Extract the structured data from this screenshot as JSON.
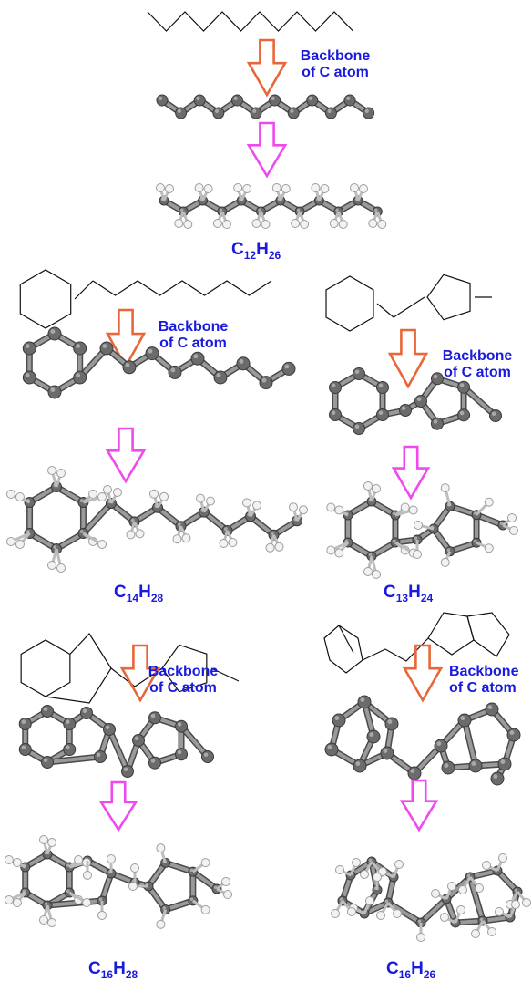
{
  "label_color": "#1a1adf",
  "arrow_colors": {
    "carbon_step": "#e8673a",
    "hydrogen_step": "#ee4aee"
  },
  "atom_colors": {
    "carbon": "#6b6b6b",
    "hydrogen": "#f2f2f2"
  },
  "panels": [
    {
      "backbone_line1": "Backbone",
      "backbone_line2": "of C atom",
      "formula": {
        "c": "C",
        "c_count": "12",
        "h": "H",
        "h_count": "26"
      }
    },
    {
      "backbone_line1": "Backbone",
      "backbone_line2": "of C atom",
      "formula": {
        "c": "C",
        "c_count": "14",
        "h": "H",
        "h_count": "28"
      }
    },
    {
      "backbone_line1": "Backbone",
      "backbone_line2": "of C atom",
      "formula": {
        "c": "C",
        "c_count": "13",
        "h": "H",
        "h_count": "24"
      }
    },
    {
      "backbone_line1": "Backbone",
      "backbone_line2": "of C atom",
      "formula": {
        "c": "C",
        "c_count": "16",
        "h": "H",
        "h_count": "28"
      }
    },
    {
      "backbone_line1": "Backbone",
      "backbone_line2": "of C atom",
      "formula": {
        "c": "C",
        "c_count": "16",
        "h": "H",
        "h_count": "26"
      }
    }
  ]
}
